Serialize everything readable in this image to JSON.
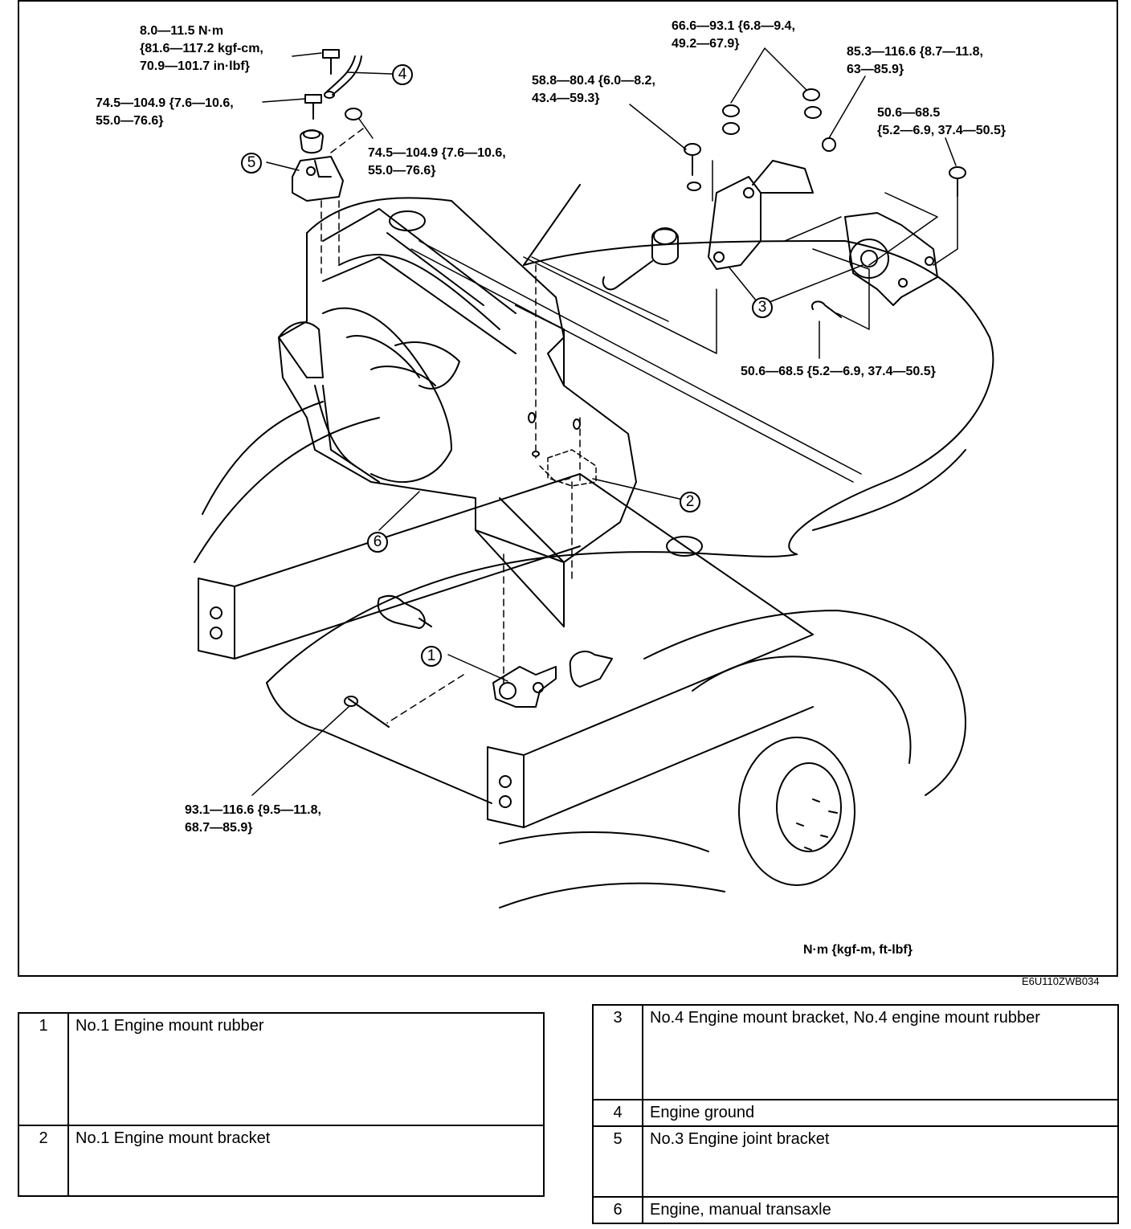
{
  "torque_labels": {
    "ground_bolt": [
      "8.0—11.5 N·m",
      "{81.6—117.2 kgf-cm,",
      "70.9—101.7 in·lbf}"
    ],
    "no3_bolt": [
      "74.5—104.9 {7.6—10.6,",
      "55.0—76.6}"
    ],
    "no3_nut": [
      "74.5—104.9 {7.6—10.6,",
      "55.0—76.6}"
    ],
    "no4_nuts_top": [
      "66.6—93.1 {6.8—9.4,",
      "49.2—67.9}"
    ],
    "no4_nut_right": [
      "85.3—116.6 {8.7—11.8,",
      "63—85.9}"
    ],
    "no4_bolt_left": [
      "58.8—80.4 {6.0—8.2,",
      "43.4—59.3}"
    ],
    "no4_bolt_right": [
      "50.6—68.5",
      "{5.2—6.9, 37.4—50.5}"
    ],
    "no4_bolt_lower": [
      "50.6—68.5 {5.2—6.9, 37.4—50.5}"
    ],
    "no1_through_bolt": [
      "93.1—116.6 {9.5—11.8,",
      "68.7—85.9}"
    ]
  },
  "callouts": {
    "c1": "1",
    "c2": "2",
    "c3": "3",
    "c4": "4",
    "c5": "5",
    "c6": "6"
  },
  "unit_note": "N·m {kgf-m, ft-lbf}",
  "figure_code": "E6U110ZWB034",
  "legend_left": [
    {
      "num": "1",
      "text": "No.1 Engine mount rubber"
    },
    {
      "num": "2",
      "text": "No.1 Engine mount bracket"
    }
  ],
  "legend_right": [
    {
      "num": "3",
      "text": "No.4 Engine mount bracket, No.4 engine mount rubber"
    },
    {
      "num": "4",
      "text": "Engine ground"
    },
    {
      "num": "5",
      "text": "No.3 Engine joint bracket"
    },
    {
      "num": "6",
      "text": "Engine, manual transaxle"
    }
  ]
}
